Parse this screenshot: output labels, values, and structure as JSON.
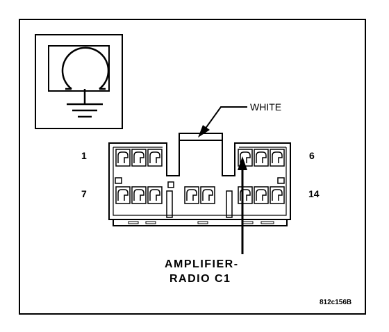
{
  "diagram": {
    "color_label": "WHITE",
    "pin_first_top": "1",
    "pin_last_top": "6",
    "pin_first_bottom": "7",
    "pin_last_bottom": "14",
    "connector_name_line1": "AMPLIFIER-",
    "connector_name_line2": "RADIO C1",
    "figure_id": "812c156B"
  },
  "colors": {
    "ink": "#000000",
    "paper": "#ffffff"
  }
}
